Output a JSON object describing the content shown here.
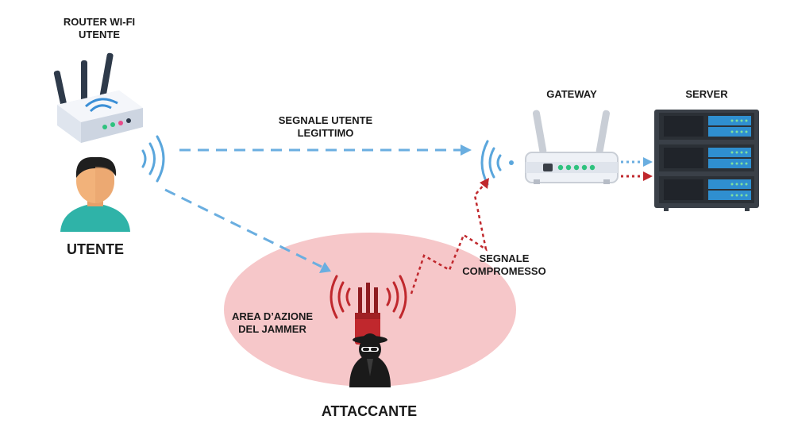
{
  "labels": {
    "router_title_line1": "ROUTER WI-FI",
    "router_title_line2": "UTENTE",
    "user": "UTENTE",
    "legit_signal_line1": "SEGNALE UTENTE",
    "legit_signal_line2": "LEGITTIMO",
    "gateway": "GATEWAY",
    "server": "SERVER",
    "compromised_line1": "SEGNALE",
    "compromised_line2": "COMPROMESSO",
    "jammer_area_line1": "AREA D’AZIONE",
    "jammer_area_line2": "DEL JAMMER",
    "attacker": "ATTACCANTE"
  },
  "colors": {
    "legit_signal": "#6aaee0",
    "compromised_signal": "#c0282d",
    "jammer_area": "#f6c7c9",
    "wifi_waves_user": "#5aa6dc",
    "wifi_waves_jammer": "#c0282d",
    "router_body": "#eef1f6",
    "server_body": "#3a4048",
    "server_panel": "#2f8fd0",
    "skin": "#f2b27a",
    "shirt": "#2fb3a8",
    "hair": "#1f1f1f"
  }
}
